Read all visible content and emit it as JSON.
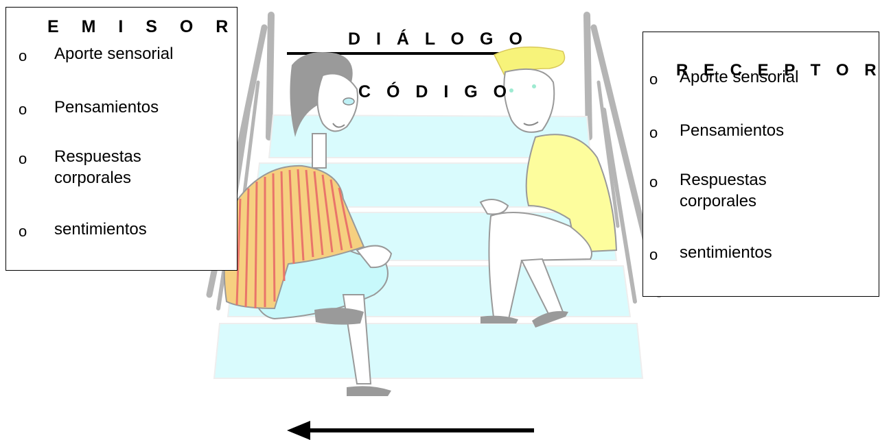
{
  "emisor": {
    "title": "E M I S O R",
    "items": [
      {
        "bullet": "o",
        "label": "Aporte sensorial"
      },
      {
        "bullet": "o",
        "label": "Pensamientos"
      },
      {
        "bullet": "o",
        "label": "Respuestas",
        "label2": "corporales"
      },
      {
        "bullet": "o",
        "label": "sentimientos"
      }
    ]
  },
  "receptor": {
    "title": "R E C E P T O R",
    "items": [
      {
        "bullet": "o",
        "label": "Aporte sensorial"
      },
      {
        "bullet": "o",
        "label": "Pensamientos"
      },
      {
        "bullet": "o",
        "label": "Respuestas",
        "label2": "corporales"
      },
      {
        "bullet": "o",
        "label": "sentimientos"
      }
    ]
  },
  "center": {
    "dialogo": "D I Á L O G O",
    "codigo": "C Ó D I G O"
  },
  "colors": {
    "step": "#d9fbfd",
    "railing": "#b8b8b8",
    "woman_shirt": "#f6d080",
    "woman_stripe": "#e9756a",
    "woman_skirt": "#c8f9fb",
    "woman_hair": "#9a9a9a",
    "man_shirt": "#fdfd9d",
    "man_hair": "#f7f37a"
  }
}
